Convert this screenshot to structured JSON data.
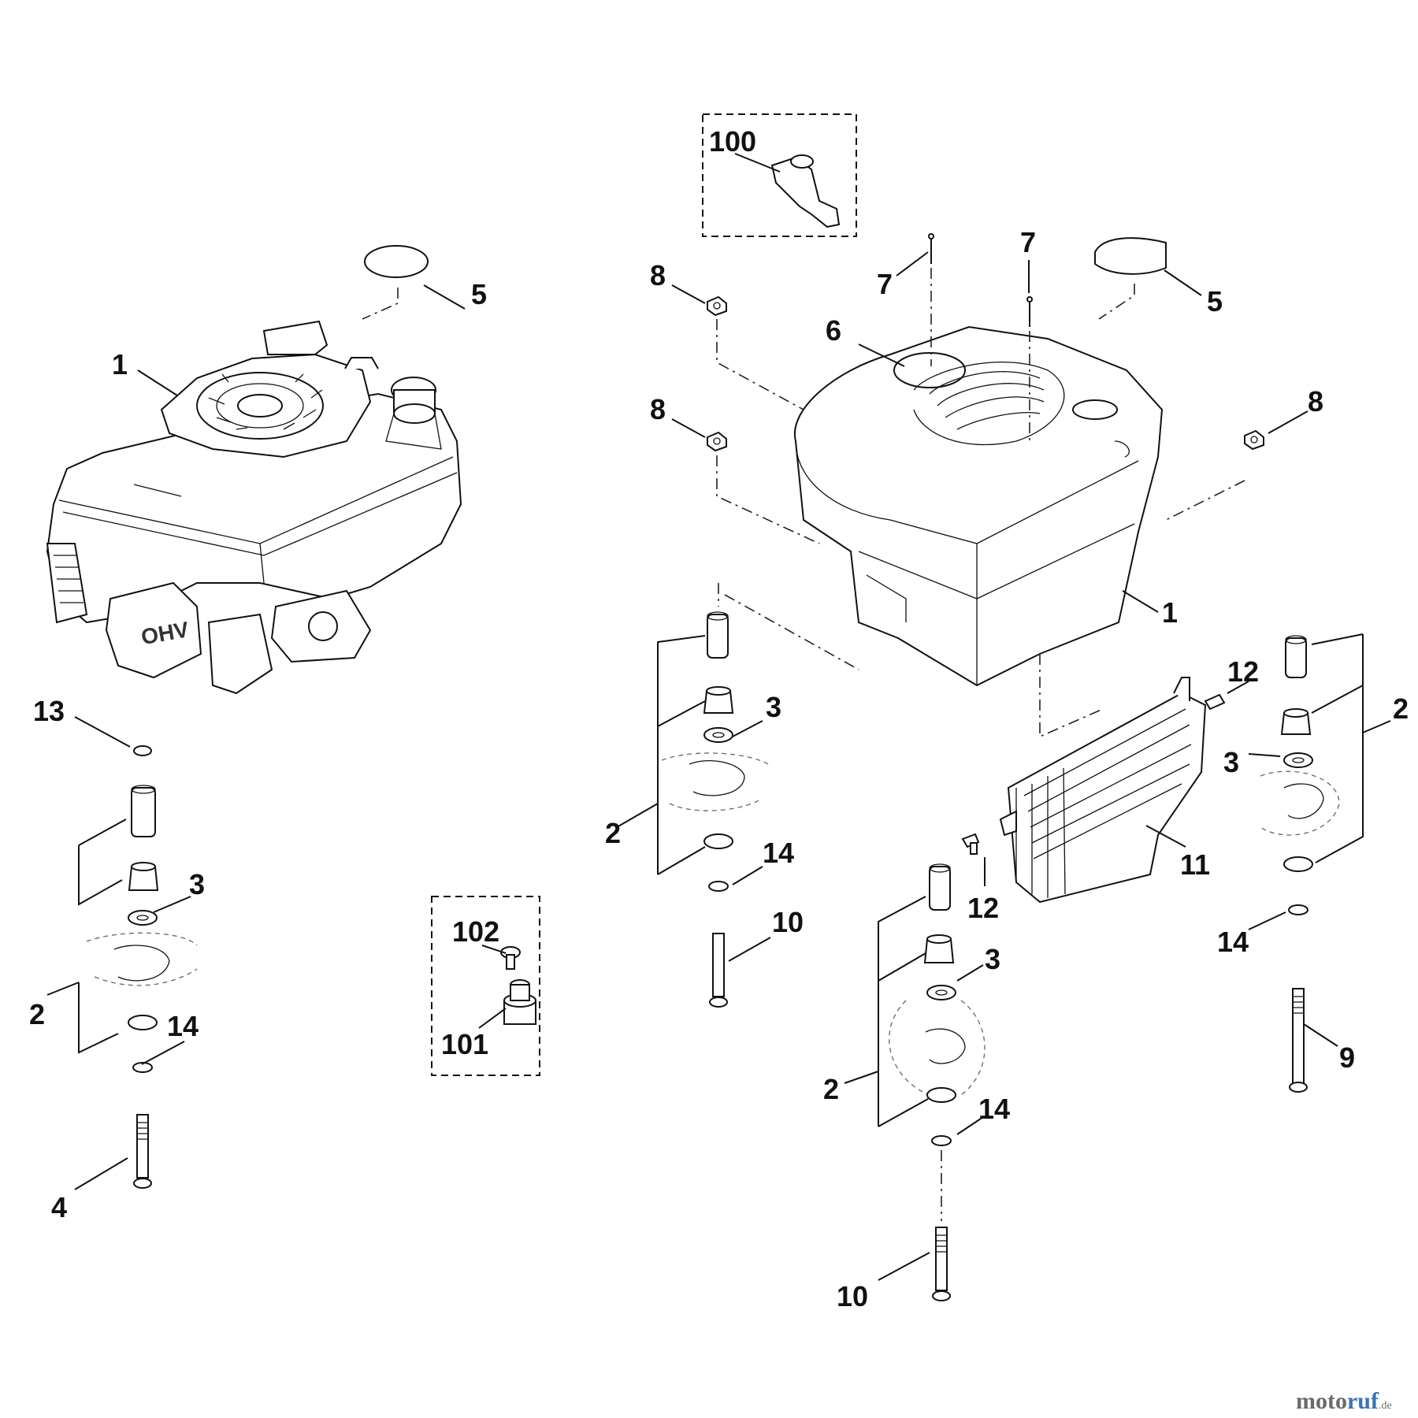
{
  "callouts": {
    "l1": "1",
    "l5a": "5",
    "l13": "13",
    "l2a": "2",
    "l3a": "3",
    "l14a": "14",
    "l4": "4",
    "l100": "100",
    "l102": "102",
    "l101": "101",
    "l7a": "7",
    "l7b": "7",
    "l6": "6",
    "l5b": "5",
    "l8a": "8",
    "l8b": "8",
    "l8c": "8",
    "l1b": "1",
    "l3b": "3",
    "l2b": "2",
    "l14b": "14",
    "l10a": "10",
    "l12a": "12",
    "l12b": "12",
    "l11": "11",
    "l2c": "2",
    "l3c": "3",
    "l14c": "14",
    "l9": "9",
    "l3d": "3",
    "l2d": "2",
    "l14d": "14",
    "l10b": "10"
  },
  "engine_badge": "OHV",
  "watermark": {
    "part1": "moto",
    "part2": "ruf",
    "part3": ".de"
  }
}
